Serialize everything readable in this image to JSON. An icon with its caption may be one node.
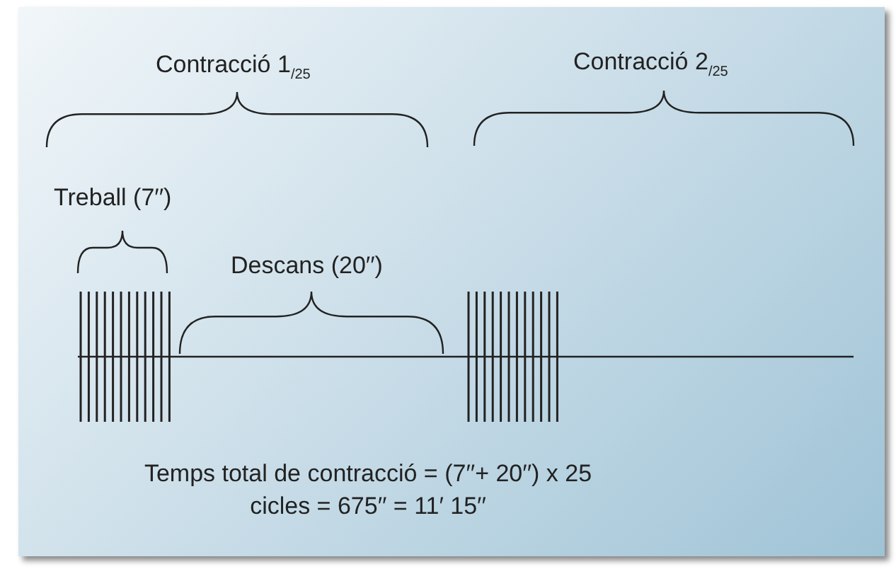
{
  "diagram": {
    "labels": [
      "Contracció 1$_{/25}$",
      "Contracció 2$_{/25}$",
      "Treball (7′′)",
      "Descans (20′′)",
      "Temps total de contracció = (7′′+ 20′′) x 25 cicles = 675′′ = 11′ 15′′"
    ]
  }
}
